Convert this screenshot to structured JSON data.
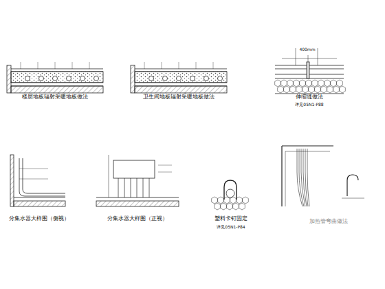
{
  "diagram": {
    "labels": [
      "楼层地板辐射采暖地板做法",
      "卫生间地板辐射采暖地板做法",
      "伸缩缝做法",
      "400mm",
      "详见05N1-P88",
      "分集水器大样图（侧视）",
      "分集水器大样图（正视）",
      "塑料卡钉固定",
      "详见05N1-P84",
      "加热管弯曲做法"
    ]
  }
}
